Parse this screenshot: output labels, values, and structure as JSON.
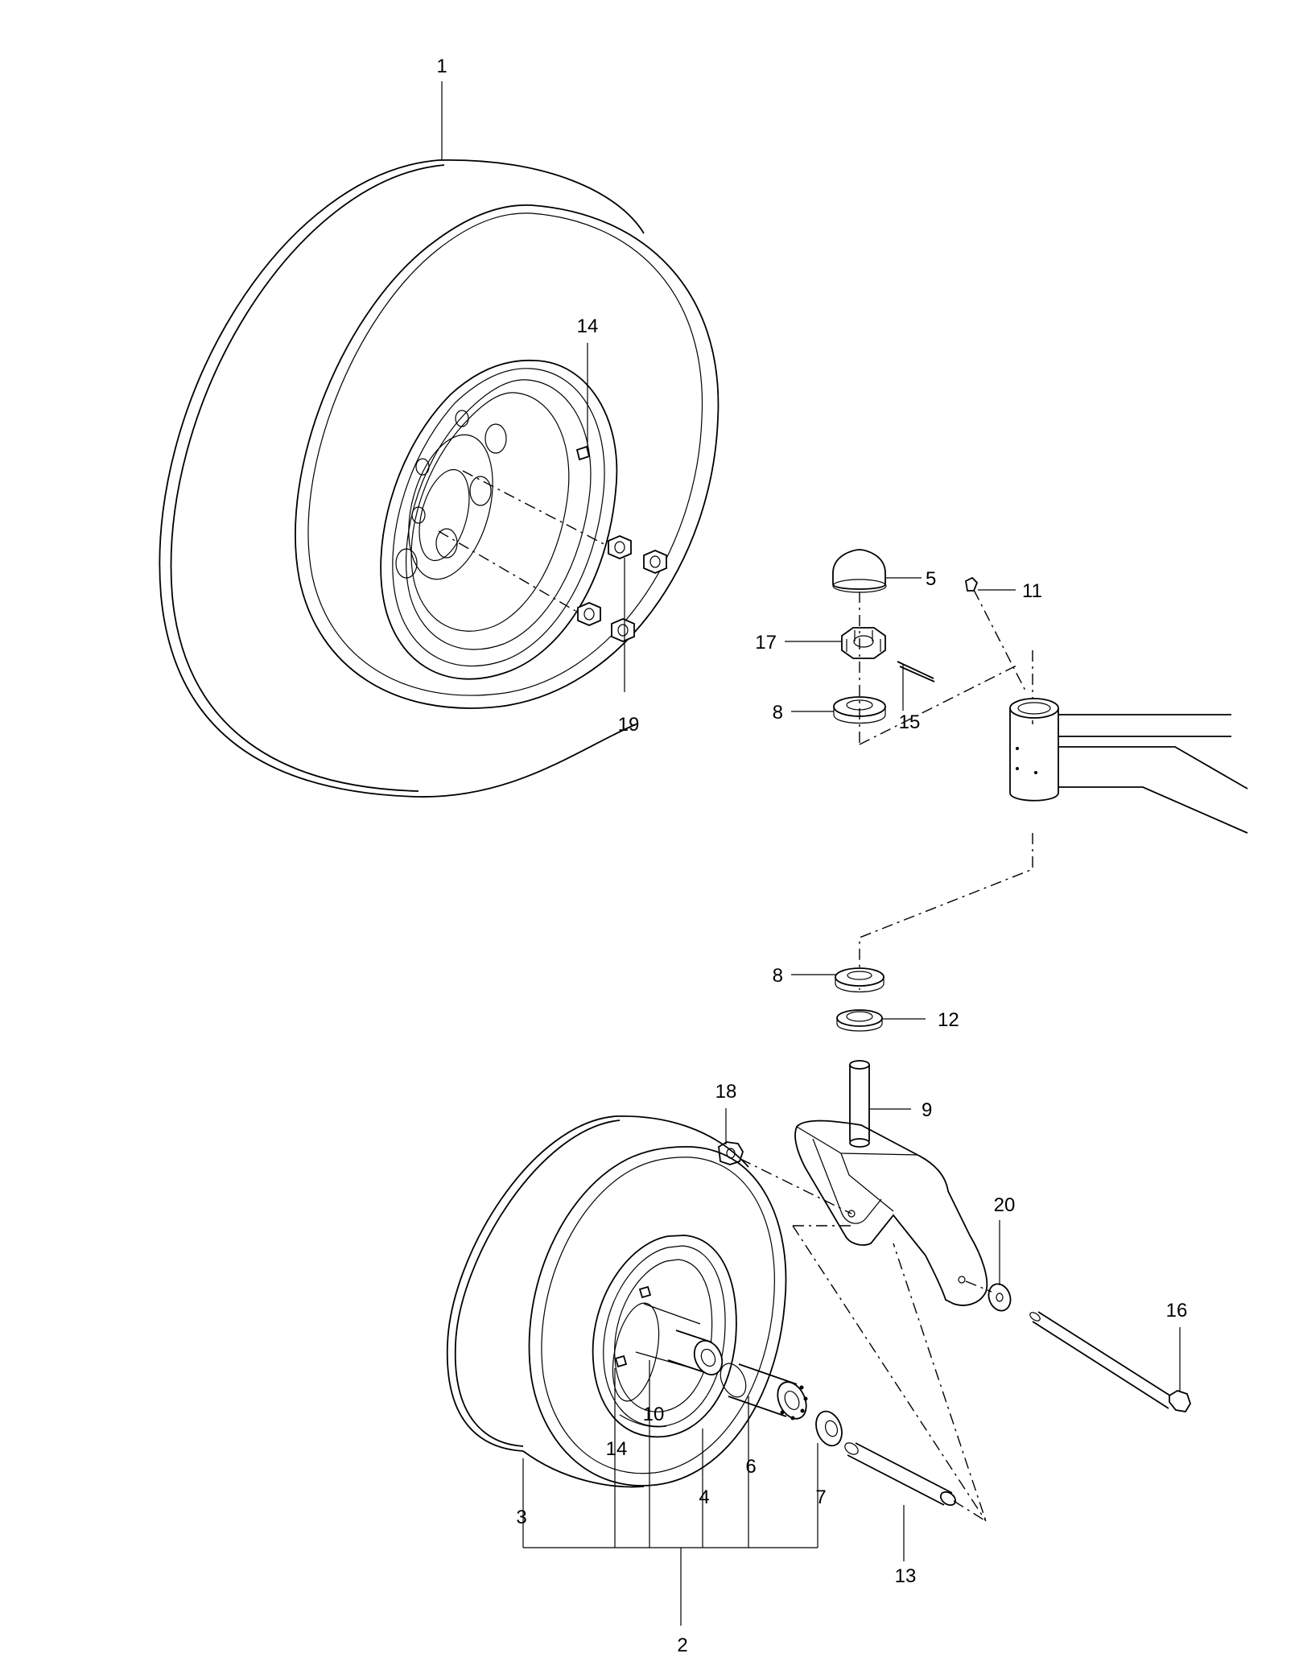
{
  "diagram": {
    "callouts": {
      "c1": "1",
      "c2": "2",
      "c3": "3",
      "c4": "4",
      "c5": "5",
      "c6": "6",
      "c7": "7",
      "c8a": "8",
      "c8b": "8",
      "c9": "9",
      "c10": "10",
      "c11": "11",
      "c12": "12",
      "c13": "13",
      "c14a": "14",
      "c14b": "14",
      "c15": "15",
      "c16": "16",
      "c17": "17",
      "c18": "18",
      "c19": "19",
      "c20": "20"
    },
    "line_color": "#000000",
    "background": "#ffffff"
  }
}
